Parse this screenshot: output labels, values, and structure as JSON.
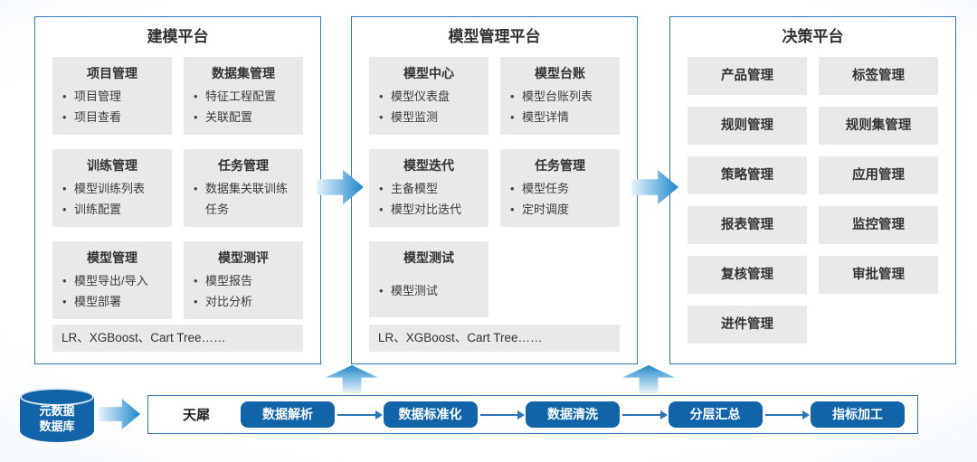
{
  "panels": [
    {
      "title": "建模平台",
      "cards": [
        {
          "title": "项目管理",
          "items": [
            "项目管理",
            "项目查看"
          ]
        },
        {
          "title": "数据集管理",
          "items": [
            "特征工程配置",
            "关联配置"
          ]
        },
        {
          "title": "训练管理",
          "items": [
            "模型训练列表",
            "训练配置"
          ]
        },
        {
          "title": "任务管理",
          "items": [
            "数据集关联训练任务"
          ]
        },
        {
          "title": "模型管理",
          "items": [
            "模型导出/导入",
            "模型部署"
          ]
        },
        {
          "title": "模型测评",
          "items": [
            "模型报告",
            "对比分析"
          ]
        }
      ],
      "footer": "LR、XGBoost、Cart Tree……"
    },
    {
      "title": "模型管理平台",
      "cards": [
        {
          "title": "模型中心",
          "items": [
            "模型仪表盘",
            "模型监测"
          ]
        },
        {
          "title": "模型台账",
          "items": [
            "模型台账列表",
            "模型详情"
          ]
        },
        {
          "title": "模型迭代",
          "items": [
            "主备模型",
            "模型对比迭代"
          ]
        },
        {
          "title": "任务管理",
          "items": [
            "模型任务",
            "定时调度"
          ]
        },
        {
          "title": "模型测试",
          "items": [
            "模型测试"
          ],
          "item_gap": true
        }
      ],
      "footer": "LR、XGBoost、Cart Tree……"
    },
    {
      "title": "决策平台",
      "boxes": [
        "产品管理",
        "标签管理",
        "规则管理",
        "规则集管理",
        "策略管理",
        "应用管理",
        "报表管理",
        "监控管理",
        "复核管理",
        "审批管理",
        "进件管理"
      ]
    }
  ],
  "bottom": {
    "database_lines": [
      "元数据",
      "数据库"
    ],
    "system_label": "天犀",
    "steps": [
      "数据解析",
      "数据标准化",
      "数据清洗",
      "分层汇总",
      "指标加工"
    ]
  },
  "icons": {
    "panel_flow": "arrow-right-icon",
    "data_flow_up": "arrow-up-icon",
    "db_to_pipeline": "arrow-right-icon",
    "step_connector": "arrow-right-line-icon"
  },
  "colors": {
    "accent_blue": "#1164A7",
    "panel_border": "#2E78B8",
    "card_gray": "#E9E9E9",
    "arrow_gradient_light": "#E6F3FB",
    "arrow_gradient_dark": "#1B86CC",
    "text_dark": "#333333"
  }
}
